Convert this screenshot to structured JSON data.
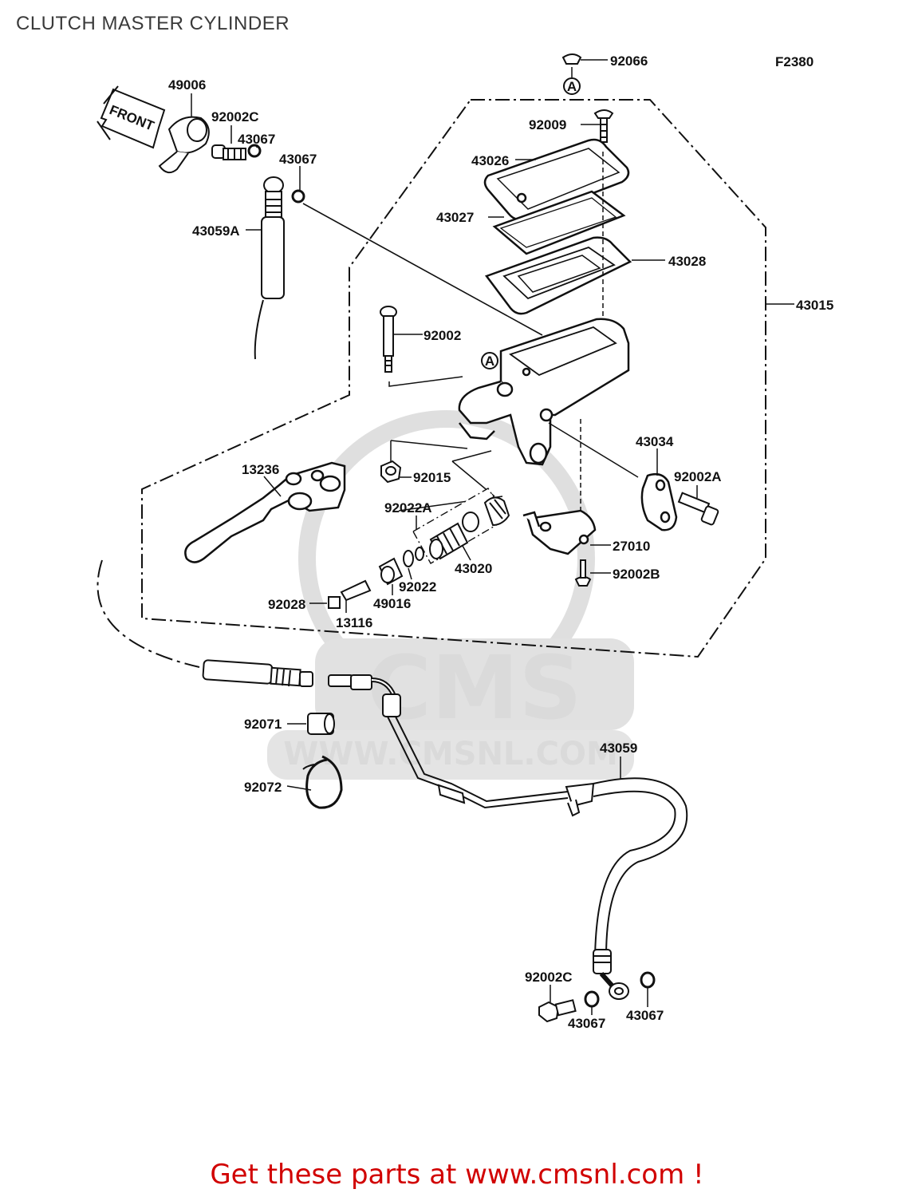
{
  "page": {
    "title": "CLUTCH MASTER CYLINDER",
    "figure_code": "F2380",
    "front_label": "FRONT",
    "ref_marker": "A",
    "footer_text": "Get these parts at www.cmsnl.com !"
  },
  "watermark": {
    "logo_text": "CMS",
    "url_text": "WWW.CMSNL.COM"
  },
  "parts": [
    {
      "id": "p1",
      "label": "92066"
    },
    {
      "id": "p2",
      "label": "49006"
    },
    {
      "id": "p3",
      "label": "92002C"
    },
    {
      "id": "p4",
      "label": "43067"
    },
    {
      "id": "p5",
      "label": "43067"
    },
    {
      "id": "p6",
      "label": "92009"
    },
    {
      "id": "p7",
      "label": "43026"
    },
    {
      "id": "p8",
      "label": "43027"
    },
    {
      "id": "p9",
      "label": "43028"
    },
    {
      "id": "p10",
      "label": "43059A"
    },
    {
      "id": "p11",
      "label": "43015"
    },
    {
      "id": "p12",
      "label": "92002"
    },
    {
      "id": "p13",
      "label": "43034"
    },
    {
      "id": "p14",
      "label": "92002A"
    },
    {
      "id": "p15",
      "label": "13236"
    },
    {
      "id": "p16",
      "label": "92015"
    },
    {
      "id": "p17",
      "label": "92022A"
    },
    {
      "id": "p18",
      "label": "27010"
    },
    {
      "id": "p19",
      "label": "43020"
    },
    {
      "id": "p20",
      "label": "92002B"
    },
    {
      "id": "p21",
      "label": "92022"
    },
    {
      "id": "p22",
      "label": "92028"
    },
    {
      "id": "p23",
      "label": "49016"
    },
    {
      "id": "p24",
      "label": "13116"
    },
    {
      "id": "p25",
      "label": "92071"
    },
    {
      "id": "p26",
      "label": "43059"
    },
    {
      "id": "p27",
      "label": "92072"
    },
    {
      "id": "p28",
      "label": "92002C"
    },
    {
      "id": "p29",
      "label": "43067"
    },
    {
      "id": "p30",
      "label": "43067"
    }
  ]
}
